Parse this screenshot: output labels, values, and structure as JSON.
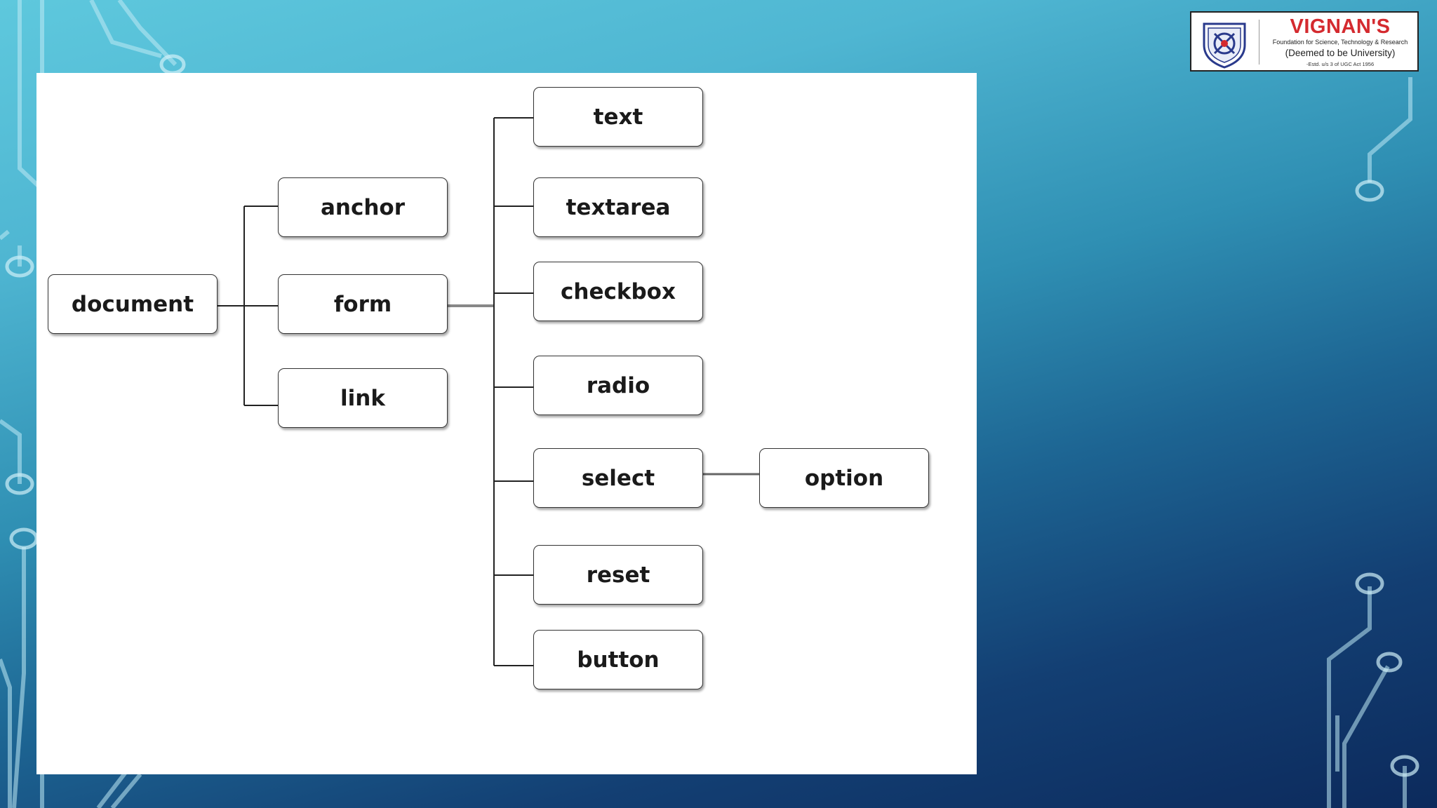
{
  "logo": {
    "name": "VIGNAN'S",
    "foundation": "Foundation for Science, Technology & Research",
    "deemed": "(Deemed to be University)",
    "estd": "-Estd. u/s 3 of UGC Act 1956",
    "colors": {
      "name": "#d42a2f",
      "emblem": "#2a3a8c"
    }
  },
  "diagram": {
    "nodes": {
      "document": "document",
      "anchor": "anchor",
      "form": "form",
      "link": "link",
      "text": "text",
      "textarea": "textarea",
      "checkbox": "checkbox",
      "radio": "radio",
      "select": "select",
      "option": "option",
      "reset": "reset",
      "button": "button"
    },
    "edges": [
      [
        "document",
        "anchor"
      ],
      [
        "document",
        "form"
      ],
      [
        "document",
        "link"
      ],
      [
        "form",
        "text"
      ],
      [
        "form",
        "textarea"
      ],
      [
        "form",
        "checkbox"
      ],
      [
        "form",
        "radio"
      ],
      [
        "form",
        "select"
      ],
      [
        "form",
        "reset"
      ],
      [
        "form",
        "button"
      ],
      [
        "select",
        "option"
      ]
    ]
  }
}
